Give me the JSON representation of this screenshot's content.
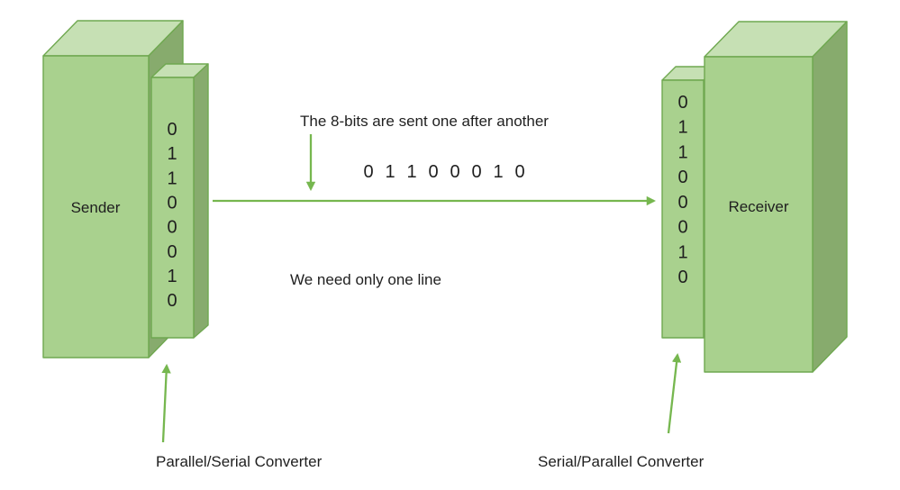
{
  "colors": {
    "box_front": "#a9d18e",
    "box_top": "#c6e0b4",
    "box_side": "#87ab6d",
    "outline": "#6fa850",
    "arrow": "#76b74f",
    "text": "#1f1f1f"
  },
  "sender_box": {
    "label": "Sender"
  },
  "receiver_box": {
    "label": "Receiver"
  },
  "sender_converter": {
    "bits": [
      "0",
      "1",
      "1",
      "0",
      "0",
      "0",
      "1",
      "0"
    ],
    "caption": "Parallel/Serial Converter"
  },
  "receiver_converter": {
    "bits": [
      "0",
      "1",
      "1",
      "0",
      "0",
      "0",
      "1",
      "0"
    ],
    "caption": "Serial/Parallel Converter"
  },
  "stream": {
    "bits": [
      "0",
      "1",
      "1",
      "0",
      "0",
      "0",
      "1",
      "0"
    ]
  },
  "notes": {
    "serial_note": "The 8-bits are sent one after another",
    "line_note": "We need only one line"
  }
}
